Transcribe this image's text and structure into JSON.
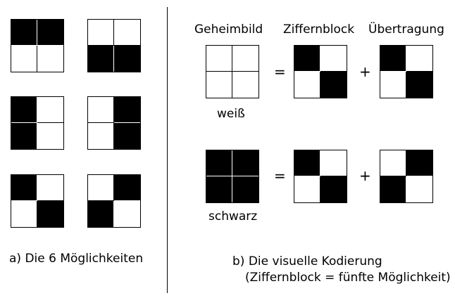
{
  "left_panel": {
    "caption": "a) Die 6 Möglichkeiten",
    "patterns": [
      [
        "b",
        "b",
        "w",
        "w"
      ],
      [
        "w",
        "w",
        "b",
        "b"
      ],
      [
        "b",
        "w",
        "b",
        "w"
      ],
      [
        "w",
        "b",
        "w",
        "b"
      ],
      [
        "b",
        "w",
        "w",
        "b"
      ],
      [
        "w",
        "b",
        "b",
        "w"
      ]
    ]
  },
  "right_panel": {
    "headers": [
      "Geheimbild",
      "Ziffernblock",
      "Übertragung"
    ],
    "rows": [
      {
        "label": "weiß",
        "secret": [
          "w",
          "w",
          "w",
          "w"
        ],
        "key": [
          "b",
          "w",
          "w",
          "b"
        ],
        "transfer": [
          "b",
          "w",
          "w",
          "b"
        ],
        "equals": "=",
        "plus": "+"
      },
      {
        "label": "schwarz",
        "secret": [
          "b",
          "b",
          "b",
          "b"
        ],
        "key": [
          "b",
          "w",
          "w",
          "b"
        ],
        "transfer": [
          "w",
          "b",
          "b",
          "w"
        ],
        "equals": "=",
        "plus": "+"
      }
    ],
    "caption_line1": "b) Die visuelle Kodierung",
    "caption_line2": "(Ziffernblock = fünfte Möglichkeit)"
  }
}
